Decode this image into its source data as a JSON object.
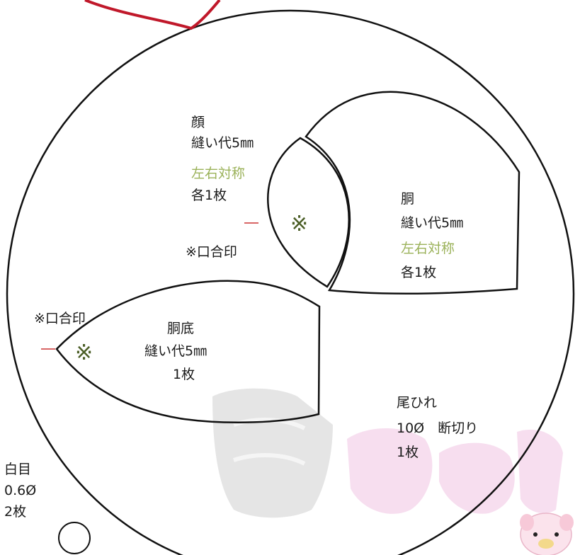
{
  "pieces": {
    "face": {
      "name": "顔",
      "seam": "縫い代5㎜",
      "symmetry": "左右対称",
      "count": "各1枚",
      "notch_note": "※口合印",
      "mark": "※"
    },
    "body": {
      "name": "胴",
      "seam": "縫い代5㎜",
      "symmetry": "左右対称",
      "count": "各1枚"
    },
    "bottom": {
      "notch_note": "※口合印",
      "name": "胴底",
      "seam": "縫い代5㎜",
      "count": "1枚",
      "mark": "※"
    },
    "tail": {
      "name": "尾ひれ",
      "spec": "10Ø　断切り",
      "count": "1枚"
    },
    "eye": {
      "name": "白目",
      "spec": "0.6Ø",
      "count": "2枚"
    }
  },
  "colors": {
    "outline": "#111111",
    "accent_text": "#9bb25a",
    "mark": "#4b5e26",
    "notch_line": "#cc3333",
    "hanger": "#c0182a",
    "watermark": "#d9d9d9",
    "watermark_pink": "#f2c9e6"
  }
}
